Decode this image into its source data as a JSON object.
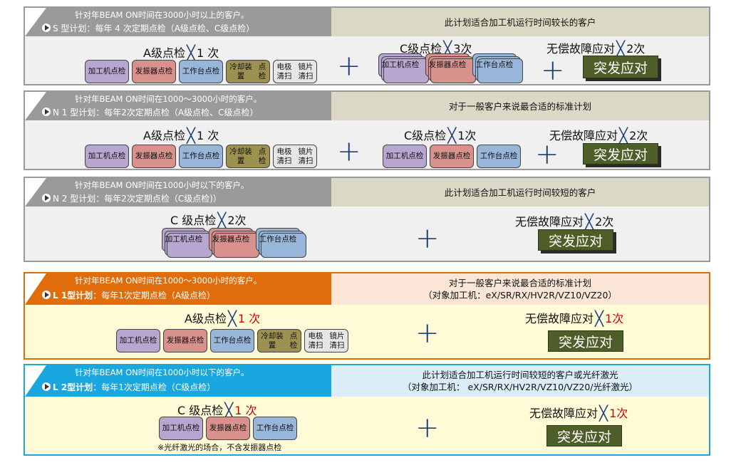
{
  "plans": [
    {
      "name": "S型计划",
      "target": "针对年BEAM ON时间在3000小时以上的客户。",
      "schedule": "S 型计划：每年 4 次定期点检（A级点检、C级点检）",
      "desc": [
        "此计划适合加工机运行时间较长的客户"
      ],
      "inspectA": "A级点检",
      "inspectA_count": "1 次",
      "inspectC": "C级点检",
      "inspectC_count": "3次",
      "repair": "无偿故障应对",
      "repair_count": "2次",
      "button": "突发应对"
    },
    {
      "name": "N1型计划",
      "target": "针对年BEAM ON时间在1000～3000小时的客户。",
      "schedule": "N 1 型计划：每年2次定期点检（A级点检、C级点检）",
      "desc": [
        "对于一般客户来说最合适的标准计划"
      ],
      "inspectA": "A级点检",
      "inspectA_count": "1 次",
      "inspectC": "C级点检",
      "inspectC_count": "1次",
      "repair": "无偿故障应对",
      "repair_count": "2次",
      "button": "突发应对"
    },
    {
      "name": "N2型计划",
      "target": "针对年BEAM ON时间在1000小时以下的客户。",
      "schedule": "N 2 型计划：每年2次定期点检（C级点检)）",
      "desc": [
        "此计划适合加工机运行时间较短的客户"
      ],
      "inspectC": "C 级点检",
      "inspectC_count": "2次",
      "repair": "无偿故障应对",
      "repair_count": "2次",
      "button": "突发应对"
    },
    {
      "name": "L1型计划",
      "target": "针对年BEAM ON时间在1000～3000小时的客户。",
      "schedule_bold": "L 1型计划",
      "schedule": "：每年1次定期点检（A级点检）",
      "desc": [
        "对于一般客户来说最合适的标准计划",
        "（对象加工机：eX/SR/RX/HV2R/VZ10/VZ20）"
      ],
      "inspectA": "A级点检",
      "inspectA_count": "1 次",
      "repair": "无偿故障应对",
      "repair_count": "1次",
      "button": "突发应对"
    },
    {
      "name": "L2型计划",
      "target": "针对年BEAM ON时间在1000小时以下的客户。",
      "schedule_bold": "L 2型计划",
      "schedule": "：每年1次定期点检（C级点检）",
      "desc": [
        "此计划适合加工机运行时间较短的客户或光纤激光",
        "（对象加工机： eX/SR/RX/HV2R/VZ10/VZ20/光纤激光）"
      ],
      "inspectC": "C 级点检",
      "inspectC_count": "1 次",
      "repair": "无偿故障应对",
      "repair_count": "1次",
      "button": "突发应对",
      "note": "※光纤激光的场合，不含发振器点检"
    }
  ],
  "chips": {
    "machine": [
      "加工机",
      "点检"
    ],
    "oscillator": [
      "发振器",
      "点检"
    ],
    "table": [
      "工作台",
      "点检"
    ],
    "cooler": [
      "冷却装置",
      "点检"
    ],
    "electrode": [
      "电极清扫",
      "镜片清扫"
    ]
  },
  "symbols": {
    "times": "╳",
    "plus": "+"
  },
  "colors": {
    "gray_header": "#9a9a9a",
    "orange": "#e06c0b",
    "cyan": "#1aa7df",
    "olive_button": "#4e5e28",
    "desc_bg": "#dcd8c6",
    "yellow_body": "#fffbd6"
  }
}
